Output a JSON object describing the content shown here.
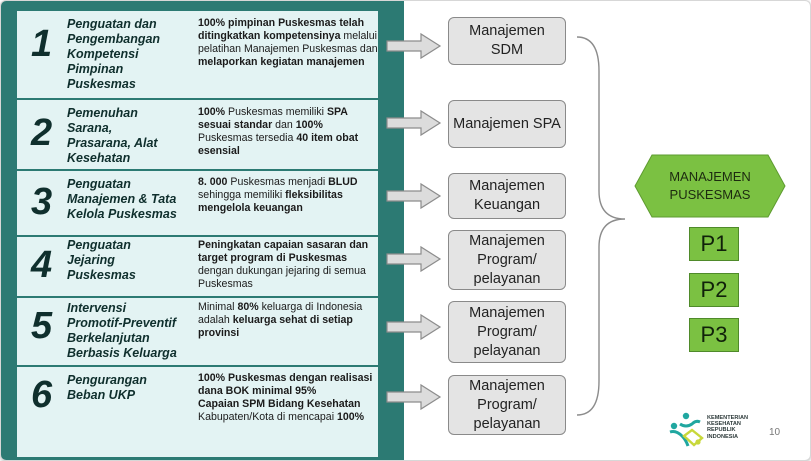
{
  "rows": [
    {
      "num": "1",
      "title": [
        "Penguatan dan",
        "Pengembangan",
        "Kompetensi",
        "Pimpinan",
        "Puskesmas"
      ],
      "desc": [
        {
          "t": "100% pimpinan Puskesmas telah ditingkatkan kompetensinya",
          "b": true
        },
        {
          "t": " melalui pelatihan Manajemen Puskesmas dan ",
          "b": false
        },
        {
          "t": "melaporkan kegiatan manajemen",
          "b": true
        }
      ],
      "target": "Manajemen SDM"
    },
    {
      "num": "2",
      "title": [
        "Pemenuhan",
        "Sarana,",
        "Prasarana, Alat",
        "Kesehatan"
      ],
      "desc": [
        {
          "t": "100%",
          "b": true
        },
        {
          "t": " Puskesmas memiliki ",
          "b": false
        },
        {
          "t": "SPA sesuai standar",
          "b": true
        },
        {
          "t": " dan ",
          "b": false
        },
        {
          "t": "100%",
          "b": true
        },
        {
          "t": " Puskesmas tersedia ",
          "b": false
        },
        {
          "t": "40 item obat esensial",
          "b": true
        }
      ],
      "target": "Manajemen SPA"
    },
    {
      "num": "3",
      "title": [
        "Penguatan",
        "Manajemen & Tata",
        "Kelola Puskesmas"
      ],
      "desc": [
        {
          "t": "8. 000",
          "b": true
        },
        {
          "t": " Puskesmas menjadi ",
          "b": false
        },
        {
          "t": "BLUD",
          "b": true
        },
        {
          "t": " sehingga memiliki ",
          "b": false
        },
        {
          "t": "fleksibilitas mengelola keuangan",
          "b": true
        }
      ],
      "target": "Manajemen Keuangan"
    },
    {
      "num": "4",
      "title": [
        "Penguatan",
        "Jejaring",
        "Puskesmas"
      ],
      "desc": [
        {
          "t": "Peningkatan capaian sasaran dan target program di ",
          "b": true
        },
        {
          "t": "Puskesmas",
          "b": true
        },
        {
          "t": " dengan dukungan jejaring di semua Puskesmas",
          "b": false
        }
      ],
      "target": "Manajemen Program/ pelayanan"
    },
    {
      "num": "5",
      "title": [
        "Intervensi",
        "Promotif-Preventif",
        "Berkelanjutan",
        "Berbasis Keluarga"
      ],
      "desc": [
        {
          "t": "Minimal ",
          "b": false
        },
        {
          "t": "80%",
          "b": true
        },
        {
          "t": " keluarga di Indonesia adalah ",
          "b": false
        },
        {
          "t": "keluarga sehat di setiap provinsi",
          "b": true
        }
      ],
      "target": "Manajemen Program/ pelayanan"
    },
    {
      "num": "6",
      "title": [
        "Pengurangan",
        "Beban UKP"
      ],
      "desc": [
        {
          "t": "100% Puskesmas dengan realisasi dana BOK minimal 95%",
          "b": true
        },
        {
          "t": "\n",
          "b": false
        },
        {
          "t": "Capaian SPM Bidang Kesehatan",
          "b": true
        },
        {
          "t": " Kabupaten/Kota di mencapai ",
          "b": false
        },
        {
          "t": "100%",
          "b": true
        }
      ],
      "target": "Manajemen Program/ pelayanan"
    }
  ],
  "hexagon": {
    "label": "MANAJEMEN PUSKESMAS",
    "fill": "#7bc142"
  },
  "pillars": [
    "P1",
    "P2",
    "P3"
  ],
  "logo_text": [
    "KEMENTERIAN",
    "KESEHATAN",
    "REPUBLIK",
    "INDONESIA"
  ],
  "page_number": "10",
  "colors": {
    "teal": "#2c7a73",
    "light": "#e3f3f3",
    "green": "#7bc142",
    "box": "#e4e4e4"
  }
}
